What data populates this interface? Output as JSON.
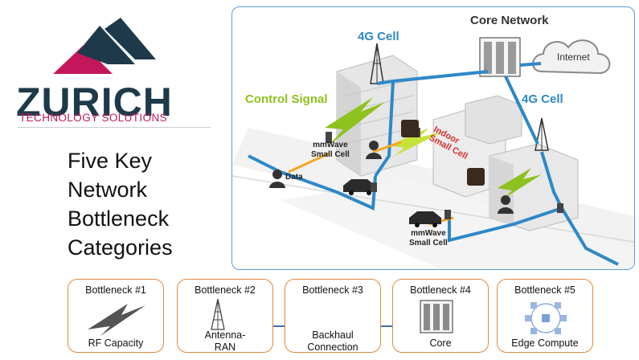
{
  "logo": {
    "wordmark": "ZURICH",
    "tagline": "TECHNOLOGY SOLUTIONS",
    "colors": {
      "dark": "#1e3a4a",
      "accent": "#c2185b"
    }
  },
  "title_lines": [
    "Five Key",
    "Network",
    "Bottleneck",
    "Categories"
  ],
  "diagram": {
    "labels": {
      "core_network": "Core Network",
      "internet": "Internet",
      "cell_4g_left": "4G Cell",
      "cell_4g_right": "4G Cell",
      "control_signal": "Control Signal",
      "mmwave_top": [
        "mmWave",
        "Small Cell"
      ],
      "mmwave_bottom": [
        "mmWave",
        "Small Cell"
      ],
      "indoor": [
        "Indoor",
        "Small Cell"
      ],
      "data": "Data"
    },
    "colors": {
      "backhaul": "#2e88c8",
      "control": "#8dc21f",
      "data_beam": "#f5a623",
      "building": "#e6e6e6"
    }
  },
  "bottlenecks": [
    {
      "title": "Bottleneck #1",
      "label": "RF Capacity",
      "icon": "lightning-icon"
    },
    {
      "title": "Bottleneck #2",
      "label": "Antenna-\nRAN",
      "label_lines": [
        "Antenna-",
        "RAN"
      ],
      "icon": "antenna-tower-icon"
    },
    {
      "title": "Bottleneck #3",
      "label_lines": [
        "Backhaul",
        "Connection"
      ],
      "icon": "backhaul-line"
    },
    {
      "title": "Bottleneck #4",
      "label": "Core",
      "icon": "server-rack-icon"
    },
    {
      "title": "Bottleneck #5",
      "label": "Edge Compute",
      "icon": "edge-network-icon"
    }
  ],
  "box_border_color": "#e08a3c"
}
